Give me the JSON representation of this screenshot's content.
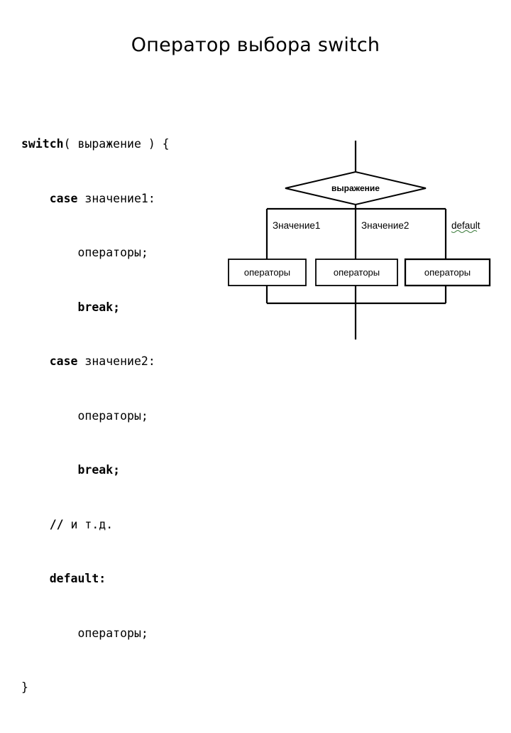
{
  "slide": {
    "title": "Оператор выбора switch",
    "background_color": "#ffffff",
    "text_color": "#000000"
  },
  "code": {
    "language": "C++",
    "lines": [
      {
        "indent": 0,
        "keyword": "switch",
        "rest": "( выражение ) {"
      },
      {
        "indent": 2,
        "keyword": "case",
        "rest": " значение1:"
      },
      {
        "indent": 4,
        "keyword": "",
        "rest": "операторы;"
      },
      {
        "indent": 4,
        "keyword": "break;",
        "rest": ""
      },
      {
        "indent": 2,
        "keyword": "case",
        "rest": " значение2:"
      },
      {
        "indent": 4,
        "keyword": "",
        "rest": "операторы;"
      },
      {
        "indent": 4,
        "keyword": "break;",
        "rest": ""
      },
      {
        "indent": 2,
        "keyword": "//",
        "rest": " и т.д."
      },
      {
        "indent": 2,
        "keyword": "default:",
        "rest": ""
      },
      {
        "indent": 4,
        "keyword": "",
        "rest": "операторы;"
      },
      {
        "indent": 0,
        "keyword": "",
        "rest": "}"
      }
    ],
    "full_text": "switch( выражение ) {\n    case значение1:\n        операторы;\n        break;\n    case значение2:\n        операторы;\n        break;\n    // и т.д.\n    default:\n        операторы;\n}"
  },
  "flowchart": {
    "title": "switch statement flow",
    "decision": {
      "label": "выражение",
      "shape": "diamond"
    },
    "branches": [
      {
        "label": "Значение1",
        "box_label": "операторы"
      },
      {
        "label": "Значение2",
        "box_label": "операторы"
      },
      {
        "label": "default",
        "box_label": "операторы"
      }
    ],
    "line_color": "#000000",
    "box_fill": "#ffffff",
    "has_entry_line": true,
    "has_exit_line": true
  }
}
